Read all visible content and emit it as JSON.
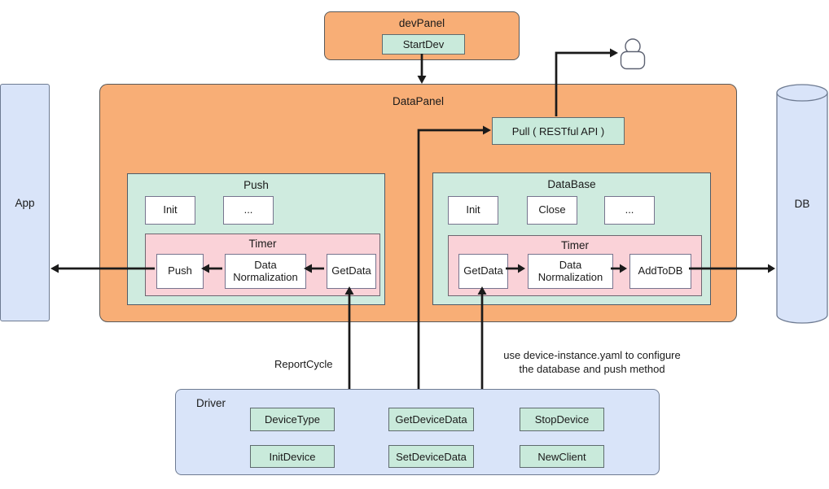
{
  "colors": {
    "panel_orange": "#F8AE76",
    "group_mint": "#CFEBDF",
    "chip_mint": "#C9EADB",
    "timer_pink": "#FAD2D8",
    "node_blue": "#D9E4F9",
    "arrow_black": "#1A1A1A"
  },
  "dev_panel": {
    "title": "devPanel",
    "start_button": "StartDev"
  },
  "data_panel": {
    "title": "DataPanel",
    "pull_api_label": "Pull ( RESTful API )",
    "push_group": {
      "title": "Push",
      "methods": [
        "Init",
        "..."
      ],
      "timer": {
        "title": "Timer",
        "steps": [
          "Push",
          "Data Normalization",
          "GetData"
        ]
      }
    },
    "database_group": {
      "title": "DataBase",
      "methods": [
        "Init",
        "Close",
        "..."
      ],
      "timer": {
        "title": "Timer",
        "steps": [
          "GetData",
          "Data Normalization",
          "AddToDB"
        ]
      }
    }
  },
  "app": {
    "label": "App"
  },
  "db": {
    "label": "DB"
  },
  "driver": {
    "title": "Driver",
    "buttons": [
      "DeviceType",
      "GetDeviceData",
      "StopDevice",
      "InitDevice",
      "SetDeviceData",
      "NewClient"
    ]
  },
  "annotations": {
    "report_cycle": "ReportCycle",
    "config_note_line1": "use device-instance.yaml to configure",
    "config_note_line2": "the database and push method"
  },
  "icons": {
    "top_right": "person-icon",
    "right_store": "database-cylinder-icon"
  }
}
